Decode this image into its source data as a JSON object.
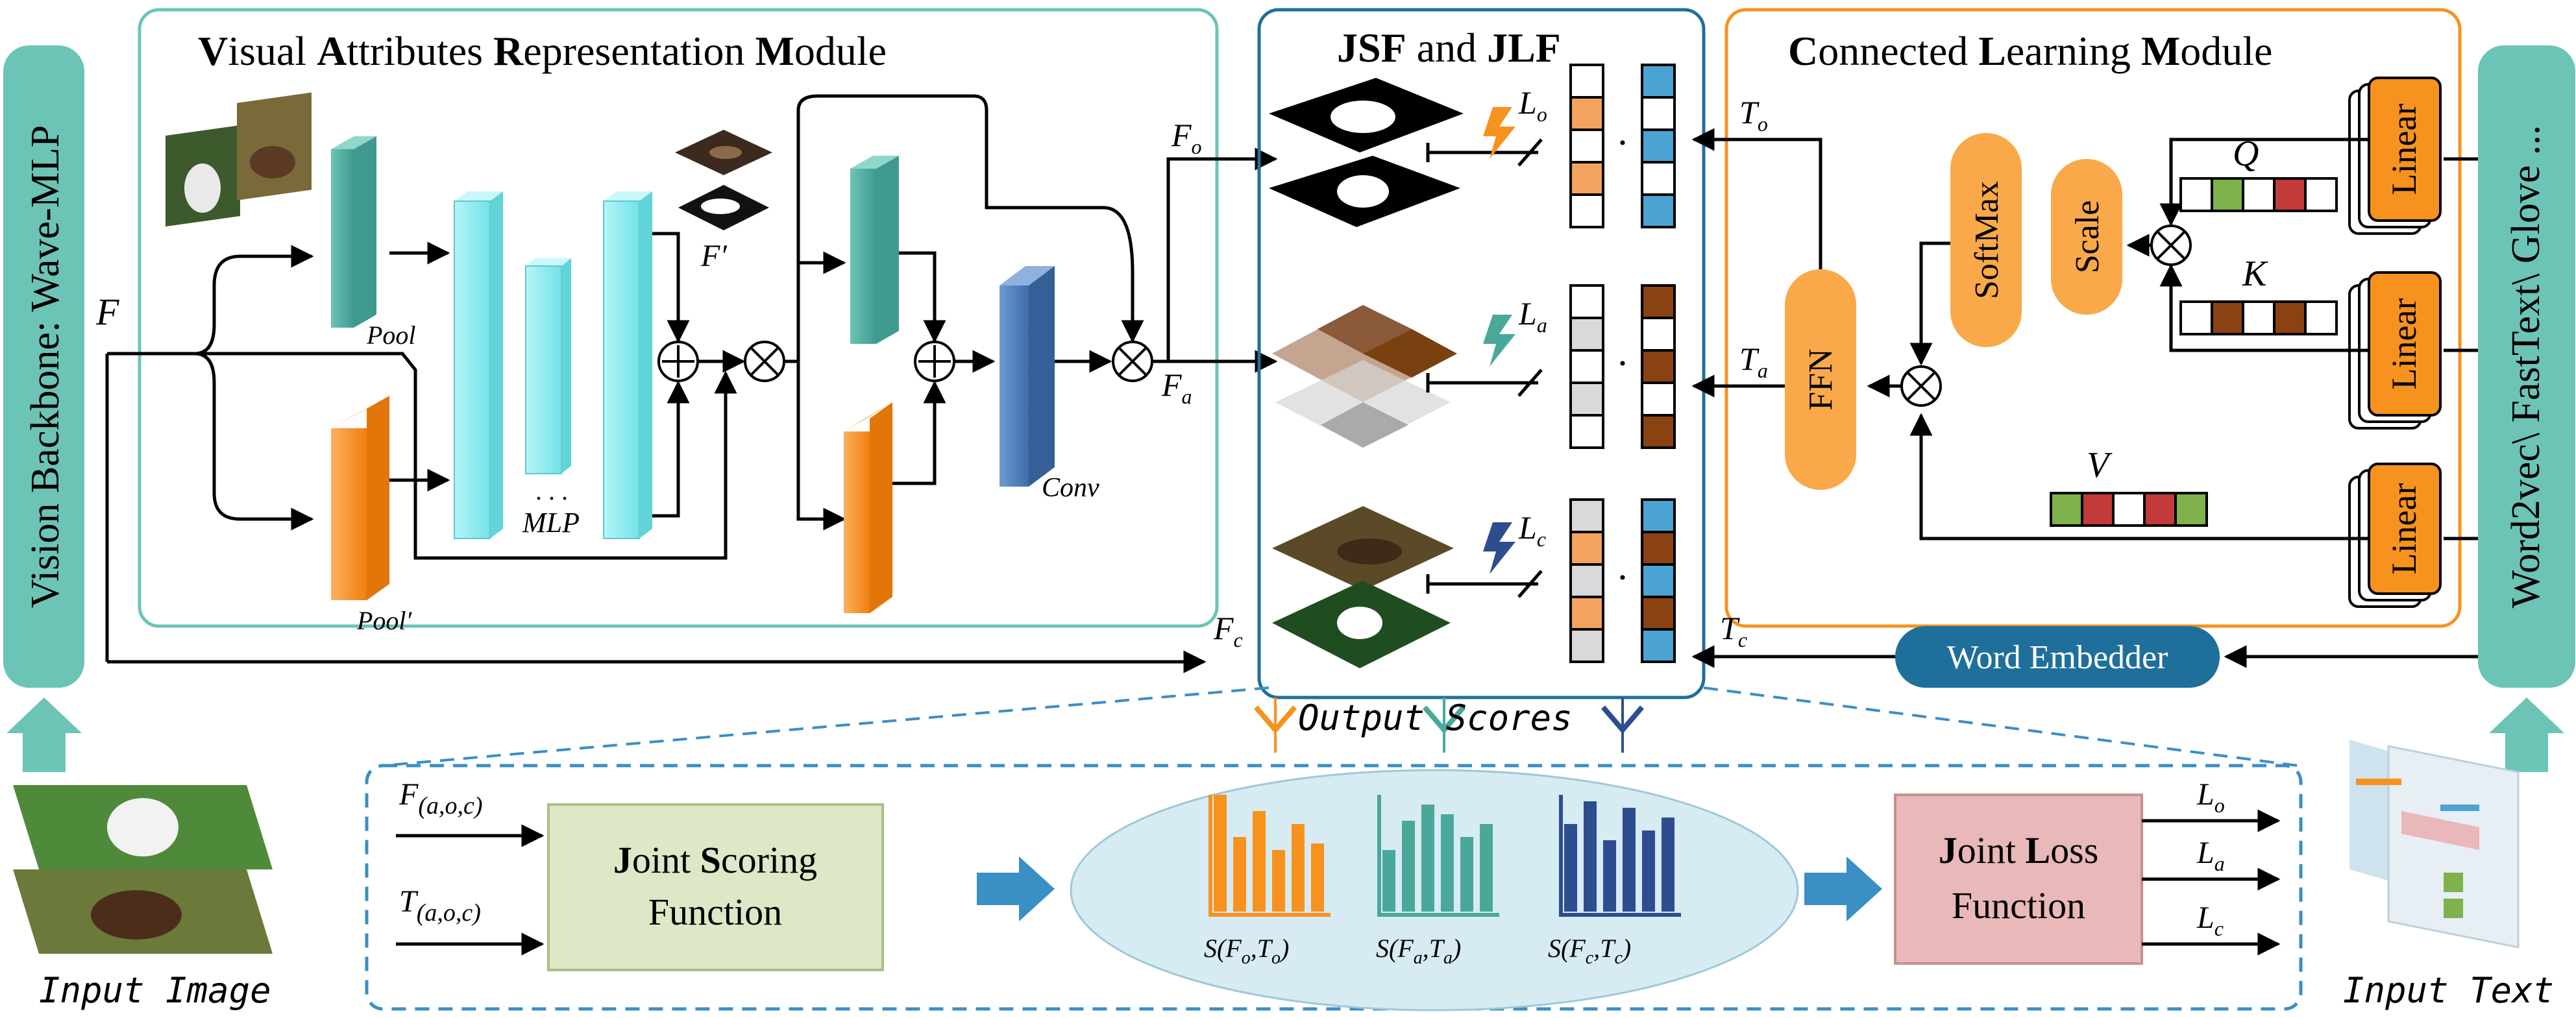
{
  "modules": {
    "var_title": {
      "lead": [
        "V",
        "A",
        "R",
        "M"
      ],
      "rest": [
        "isual ",
        "ttributes ",
        "epresentation ",
        "odule"
      ]
    },
    "jsf_title": {
      "a": "JSF",
      "mid": " and ",
      "b": "JLF"
    },
    "clm_title": {
      "lead": [
        "C",
        "L",
        "M"
      ],
      "rest": [
        "onnected ",
        "earning ",
        "odule"
      ]
    }
  },
  "sidebars": {
    "left": "Vision Backbone: Wave-MLP",
    "right": "Word2vec\\ FastText\\ Glove ..."
  },
  "var_labels": {
    "feature": "F",
    "feature_prime": "F′",
    "pool": "Pool",
    "pool_prime": "Pool′",
    "mlp": "MLP",
    "mlp_dots": ". . .",
    "conv": "Conv",
    "f_o": "F",
    "f_o_sub": "o",
    "f_a": "F",
    "f_a_sub": "a",
    "f_c": "F",
    "f_c_sub": "c"
  },
  "jsf_labels": {
    "l_o": "L",
    "l_o_sub": "o",
    "l_a": "L",
    "l_a_sub": "a",
    "l_c": "L",
    "l_c_sub": "c",
    "dot": "·"
  },
  "clm_labels": {
    "t_o": "T",
    "t_o_sub": "o",
    "t_a": "T",
    "t_a_sub": "a",
    "t_c": "T",
    "t_c_sub": "c",
    "softmax": "SoftMax",
    "scale": "Scale",
    "ffn": "FFN",
    "linear": "Linear",
    "q": "Q",
    "k": "K",
    "v": "V",
    "word_embedder": "Word Embedder"
  },
  "bottom": {
    "output_scores": "Output Scores",
    "input_image": "Input Image",
    "input_text": "Input Text",
    "f_aoc": "F",
    "t_aoc": "T",
    "aoc_sub": "(a,o,c)",
    "joint_scoring": {
      "lead1": "J",
      "rest1": "oint ",
      "lead2": "S",
      "rest2": "coring",
      "line2": "Function"
    },
    "joint_loss": {
      "lead1": "J",
      "rest1": "oint ",
      "lead2": "L",
      "rest2": "oss",
      "line2": "Function"
    },
    "s_fo": "S(F",
    "s_mid": ",T",
    "s_end": ")",
    "sub_o": "o",
    "sub_a": "a",
    "sub_c": "c",
    "loss_o": "L",
    "loss_a": "L",
    "loss_c": "L"
  },
  "colors": {
    "teal": "#4aa89a",
    "teal_light": "#6cc4b6",
    "cyan": "#7fe8ec",
    "orange": "#f7921e",
    "orange_soft": "#f9a94a",
    "blue_conv": "#4f7fbe",
    "green_box": "#dce8c6",
    "pink_box": "#e9b8b8",
    "ellipse": "#d7ebf3",
    "navy": "#2e4d8f",
    "vec_blue": "#4aa3d3",
    "vec_brown": "#8a4213",
    "vec_gray": "#d9d9d9",
    "vec_orange": "#f4a35e",
    "word_emb": "#1f6f9b"
  },
  "icons": [
    "image-pair-icon",
    "feature-prime-icon",
    "object-mask-icon",
    "attribute-grid-icon",
    "composition-photo-icon",
    "lightning-icon",
    "bar-chart-icon",
    "document-stack-icon",
    "down-chevron-icon"
  ]
}
